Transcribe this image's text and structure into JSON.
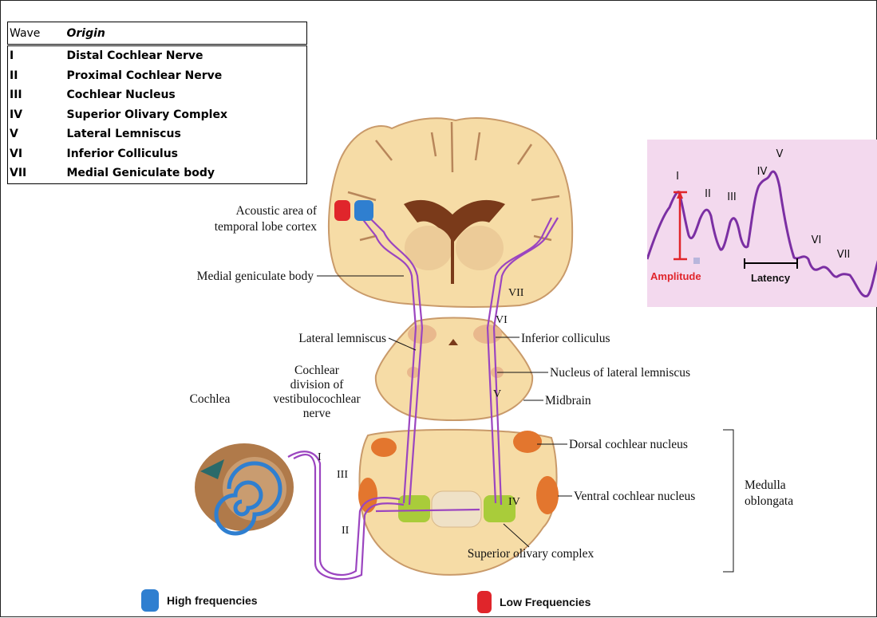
{
  "table": {
    "header": {
      "wave": "Wave",
      "origin": "Origin"
    },
    "rows": [
      {
        "wave": "I",
        "origin": "Distal Cochlear Nerve"
      },
      {
        "wave": "II",
        "origin": "Proximal Cochlear Nerve"
      },
      {
        "wave": "III",
        "origin": "Cochlear Nucleus"
      },
      {
        "wave": "IV",
        "origin": "Superior Olivary Complex"
      },
      {
        "wave": "V",
        "origin": "Lateral Lemniscus"
      },
      {
        "wave": "VI",
        "origin": "Inferior Colliculus"
      },
      {
        "wave": "VII",
        "origin": "Medial Geniculate body"
      }
    ]
  },
  "diagram": {
    "acoustic_area_line1": "Acoustic area of",
    "acoustic_area_line2": "temporal lobe cortex",
    "medial_geniculate": "Medial geniculate body",
    "lateral_lemniscus": "Lateral lemniscus",
    "inferior_colliculus": "Inferior colliculus",
    "nucleus_lateral_lemniscus": "Nucleus of lateral lemniscus",
    "midbrain": "Midbrain",
    "cochlea": "Cochlea",
    "cochlear_division_line1": "Cochlear",
    "cochlear_division_line2": "division of",
    "cochlear_division_line3": "vestibulocochlear",
    "cochlear_division_line4": "nerve",
    "dorsal_cochlear": "Dorsal cochlear nucleus",
    "ventral_cochlear": "Ventral cochlear nucleus",
    "superior_olivary": "Superior olivary complex",
    "medulla_line1": "Medulla",
    "medulla_line2": "oblongata",
    "wave_markers": {
      "vii": "VII",
      "vi": "VI",
      "v": "V",
      "iv": "IV",
      "iii": "III",
      "ii": "II",
      "i": "I"
    }
  },
  "abr": {
    "wave_labels": {
      "i": "I",
      "ii": "II",
      "iii": "III",
      "iv": "IV",
      "v": "V",
      "vi": "VI",
      "vii": "VII"
    },
    "amplitude": "Amplitude",
    "latency": "Latency",
    "trace_color": "#7b2fa3",
    "amplitude_color": "#e0252b"
  },
  "legend": {
    "high": {
      "label": "High frequencies",
      "color": "#2f7fd0"
    },
    "low": {
      "label": "Low Frequencies",
      "color": "#e0252b"
    }
  },
  "colors": {
    "brain_fill": "#f6dca6",
    "brain_outline": "#c99a6a",
    "pathway": "#9b45c0"
  }
}
